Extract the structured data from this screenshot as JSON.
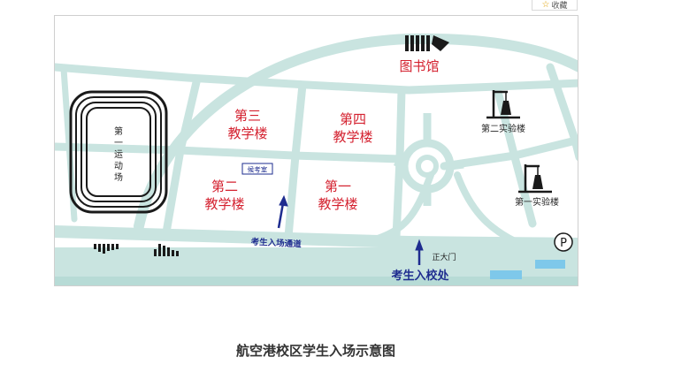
{
  "favorite": {
    "label": "收藏",
    "icon": "star-icon"
  },
  "map": {
    "colors": {
      "road": "#c9e4e0",
      "building_label": "#d4212f",
      "arrow": "#1e2c8f",
      "water": "#7ec8ea"
    },
    "library": {
      "label": "图书馆",
      "icon": "books-icon"
    },
    "playground": {
      "label": "第一运动场"
    },
    "building_3": {
      "line1": "第三",
      "line2": "教学楼"
    },
    "building_4": {
      "line1": "第四",
      "line2": "教学楼"
    },
    "building_2": {
      "line1": "第二",
      "line2": "教学楼"
    },
    "building_1": {
      "line1": "第一",
      "line2": "教学楼"
    },
    "waiting_room": {
      "label": "候考室"
    },
    "lab_2": {
      "label": "第二实验楼",
      "icon": "lab-flask-icon"
    },
    "lab_1": {
      "label": "第一实验楼",
      "icon": "lab-flask-icon"
    },
    "entry_channel": {
      "label": "考生入场通道"
    },
    "main_gate": {
      "label": "正大门"
    },
    "student_entrance": {
      "label": "考生入校处"
    },
    "parking": {
      "label": "P",
      "icon": "parking-icon"
    }
  },
  "caption": "航空港校区学生入场示意图"
}
